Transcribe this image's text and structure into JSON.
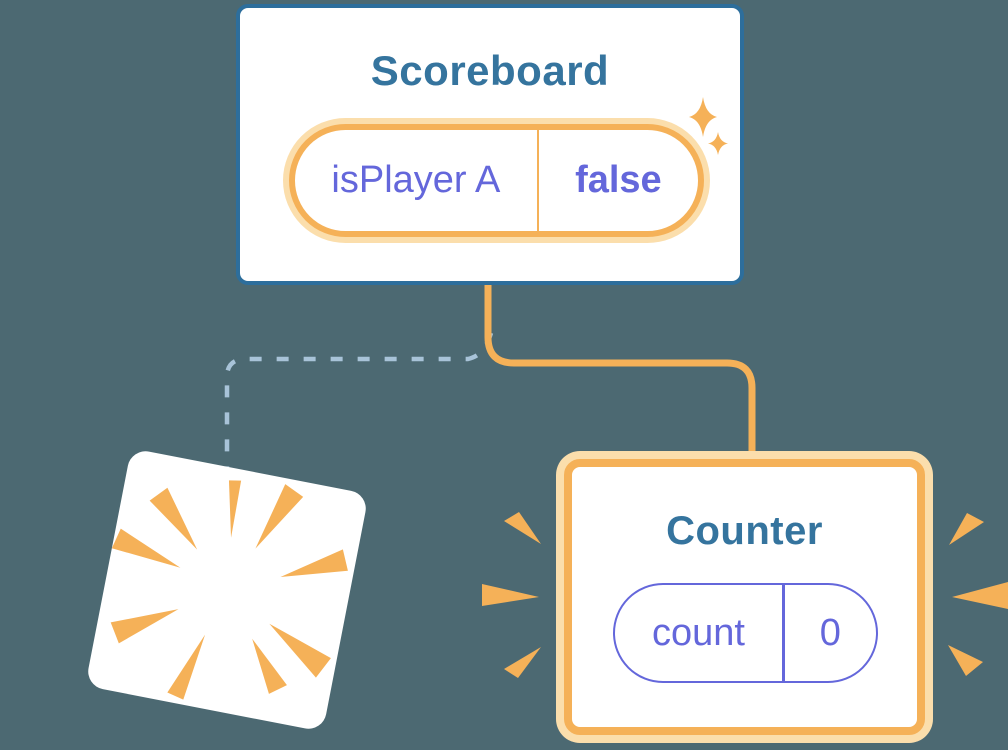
{
  "scoreboard": {
    "title": "Scoreboard",
    "state_pill": {
      "key": "isPlayer A",
      "value": "false"
    }
  },
  "counter": {
    "title": "Counter",
    "state_pill": {
      "key": "count",
      "value": "0"
    }
  },
  "icons": {
    "sparkles": "sparkles-icon",
    "poof_burst": "poof-burst-icon",
    "emphasis_wedges": "burst-wedge-icon"
  },
  "colors": {
    "background": "#4C6972",
    "card-border-blue": "#2D6E9C",
    "title-blue": "#35749E",
    "orange": "#F5B158",
    "orange-halo": "#FBDEAC",
    "purple": "#6467DB",
    "dash-blue": "#A8C3D8"
  }
}
